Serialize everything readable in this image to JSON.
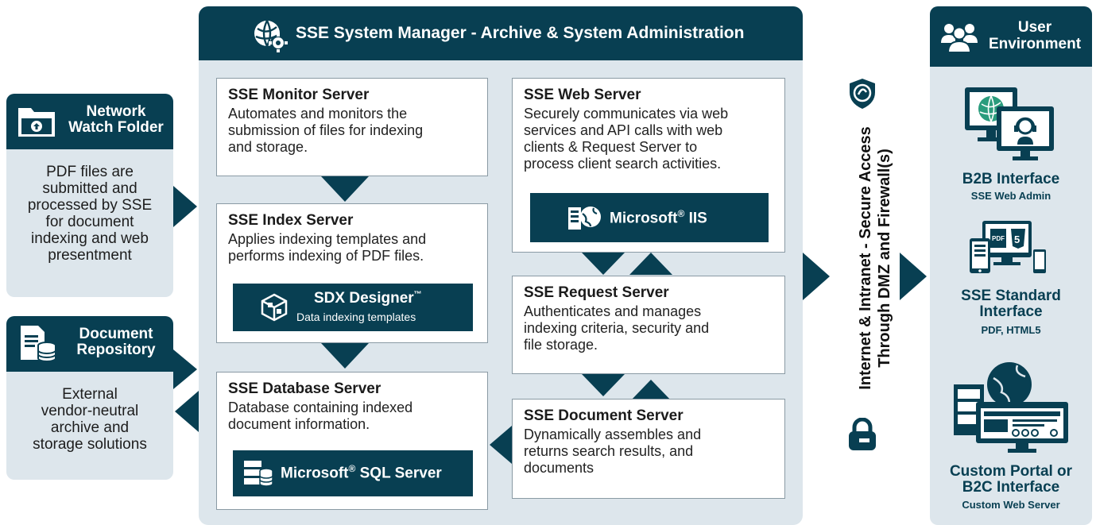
{
  "network_watch_folder": {
    "title_line1": "Network",
    "title_line2": "Watch Folder",
    "icon": "folder-upload-icon",
    "desc_lines": [
      "PDF files are",
      "submitted and",
      "processed by SSE",
      "for document",
      "indexing and web",
      "presentment"
    ]
  },
  "document_repository": {
    "title_line1": "Document",
    "title_line2": "Repository",
    "icon": "file-database-icon",
    "desc_lines": [
      "External",
      "vendor-neutral",
      "archive and",
      "storage solutions"
    ]
  },
  "main": {
    "title": "SSE System Manager - Archive & System Administration",
    "icon": "globe-gear-icon"
  },
  "monitor_server": {
    "title": "SSE Monitor Server",
    "desc_lines": [
      "Automates and monitors the",
      "submission of files for indexing",
      "and storage."
    ]
  },
  "index_server": {
    "title": "SSE Index Server",
    "desc_lines": [
      "Applies indexing templates and",
      "performs indexing of PDF files."
    ],
    "badge_title": "SDX Designer",
    "badge_tm": "™",
    "badge_sub": "Data indexing templates",
    "badge_icon": "sdx-cube-icon"
  },
  "database_server": {
    "title": "SSE Database Server",
    "desc_lines": [
      "Database containing indexed",
      "document information."
    ],
    "badge_prefix": "Microsoft",
    "badge_reg": "®",
    "badge_suffix": " SQL Server",
    "badge_icon": "server-database-icon"
  },
  "web_server": {
    "title": "SSE Web Server",
    "desc_lines": [
      "Securely communicates via web",
      "services and API calls with web",
      "clients & Request Server to",
      "process client search activities."
    ],
    "badge_prefix": "Microsoft",
    "badge_reg": "®",
    "badge_suffix": " IIS",
    "badge_icon": "server-globe-icon"
  },
  "request_server": {
    "title": "SSE Request Server",
    "desc_lines": [
      "Authenticates and manages",
      "indexing criteria, security and",
      "file storage."
    ]
  },
  "document_server": {
    "title": "SSE Document Server",
    "desc_lines": [
      "Dynamically assembles and",
      "returns search results, and",
      "documents"
    ]
  },
  "firewall": {
    "line1": "Internet & Intranet - Secure Access",
    "line2": "Through DMZ and Firewall(s)",
    "top_icon": "shield-icon",
    "bottom_icon": "lock-icon"
  },
  "user_env": {
    "title_line1": "User",
    "title_line2": "Environment",
    "icon": "users-icon",
    "items": [
      {
        "label_lines": [
          "B2B Interface"
        ],
        "sub": "SSE Web Admin",
        "icon": "monitors-support-icon"
      },
      {
        "label_lines": [
          "SSE Standard",
          "Interface"
        ],
        "sub": "PDF, HTML5",
        "icon": "pdf-html5-devices-icon"
      },
      {
        "label_lines": [
          "Custom Portal or",
          "B2C Interface"
        ],
        "sub": "Custom Web Server",
        "icon": "custom-portal-icon"
      }
    ]
  },
  "colors": {
    "navy": "#083f52",
    "panel": "#dde6ec",
    "box_border": "#8a9aa4"
  }
}
